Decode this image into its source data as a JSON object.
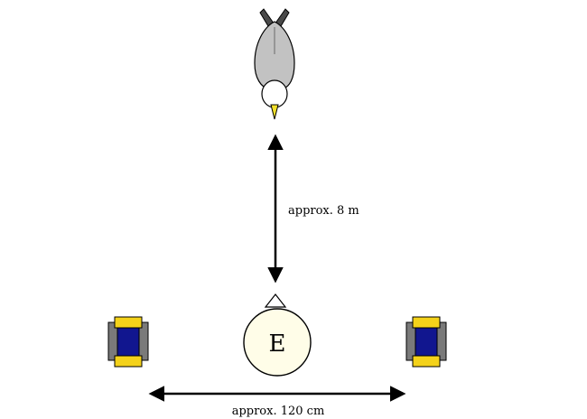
{
  "diagram": {
    "experimenter_label": "E",
    "vertical_distance_label": "approx. 8 m",
    "horizontal_distance_label": "approx. 120 cm",
    "colors": {
      "bird_body": "#c2c2c2",
      "bird_head": "#ffffff",
      "bird_beak": "#f2e02a",
      "container_frame": "#7a7a7a",
      "container_body": "#11168f",
      "container_lid": "#f4d21a",
      "line": "#000000"
    },
    "icons": {
      "bird": "gull-top-view-icon",
      "container_left": "food-container-icon",
      "container_right": "food-container-icon",
      "experimenter": "experimenter-circle-icon"
    }
  }
}
